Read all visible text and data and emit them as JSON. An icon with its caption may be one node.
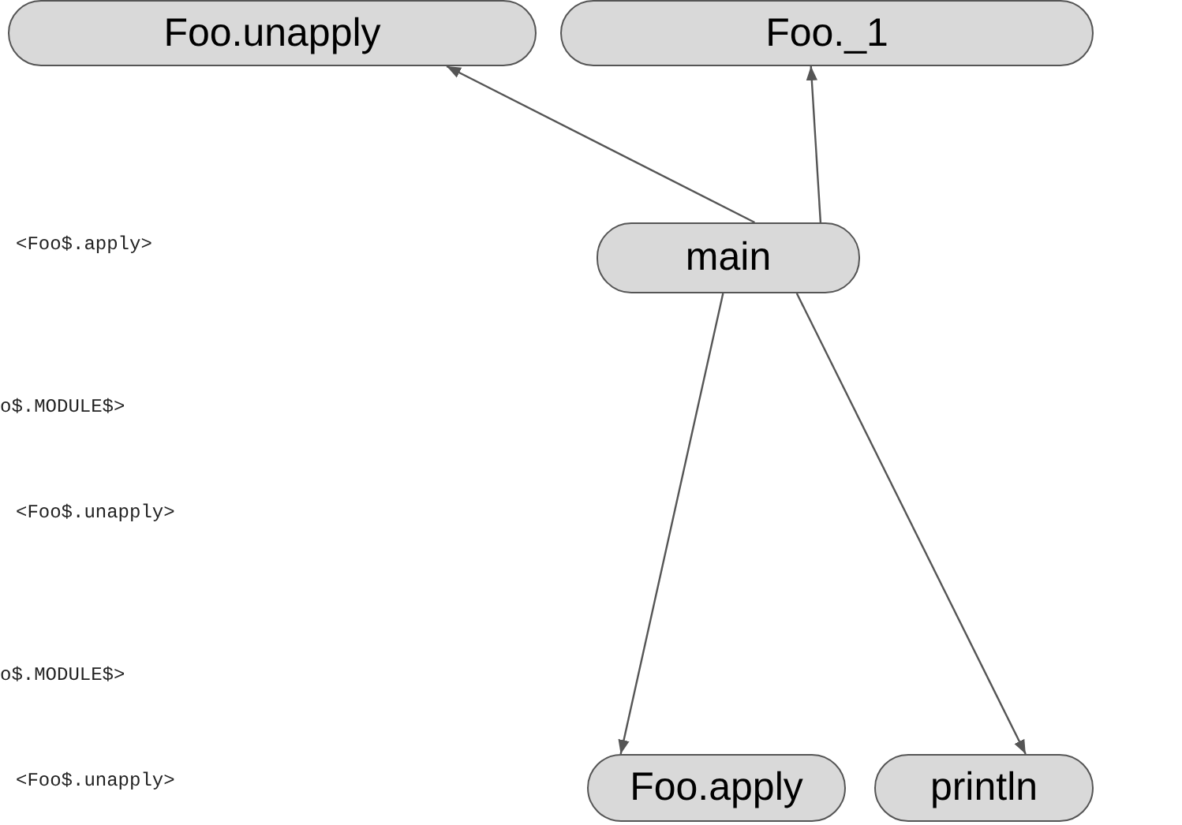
{
  "diagram": {
    "nodes": [
      {
        "text": [
          "Foo.unapply"
        ]
      },
      {
        "text": [
          "Foo._1"
        ]
      },
      {
        "text": [
          "main"
        ]
      },
      {
        "text": [
          "Foo.apply"
        ]
      },
      {
        "text": [
          "println"
        ]
      }
    ],
    "edges": [
      {
        "from": 2,
        "to": 0,
        "arrow": "to"
      },
      {
        "from": 2,
        "to": 1,
        "arrow": "to"
      },
      {
        "from": 2,
        "to": 3,
        "arrow": "to"
      },
      {
        "from": 2,
        "to": 4,
        "arrow": "to"
      }
    ],
    "labels": [
      "<Foo$.apply>",
      "o$.MODULE$>",
      "<Foo$.unapply>",
      "o$.MODULE$>",
      "<Foo$.unapply>"
    ]
  }
}
